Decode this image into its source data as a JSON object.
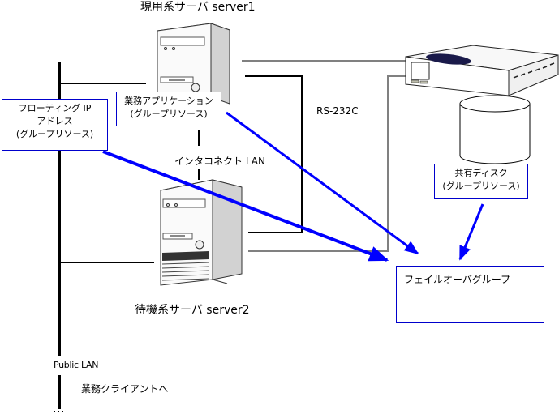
{
  "servers": {
    "active": {
      "label": "現用系サーバ  server1"
    },
    "standby": {
      "label": "待機系サーバ  server2"
    }
  },
  "labels": {
    "interconnect": "インタコネクト  LAN",
    "rs232c": "RS-232C",
    "public_lan": "Public LAN",
    "to_clients": "業務クライアントへ"
  },
  "resources": {
    "floating_ip": {
      "line1": "フローティング IP",
      "line2": "アドレス",
      "line3": "(グループリソース)"
    },
    "application": {
      "line1": "業務アプリケーション",
      "line2": "(グループリソース)"
    },
    "shared_disk": {
      "line1": "共有ディスク",
      "line2": "(グループリソース)"
    }
  },
  "failover_group": {
    "label": "フェイルオーバグループ"
  },
  "colors": {
    "resource_border": "#0000cc",
    "arrow": "#0000ff",
    "network_line": "#000000",
    "storage_line": "#808080"
  }
}
